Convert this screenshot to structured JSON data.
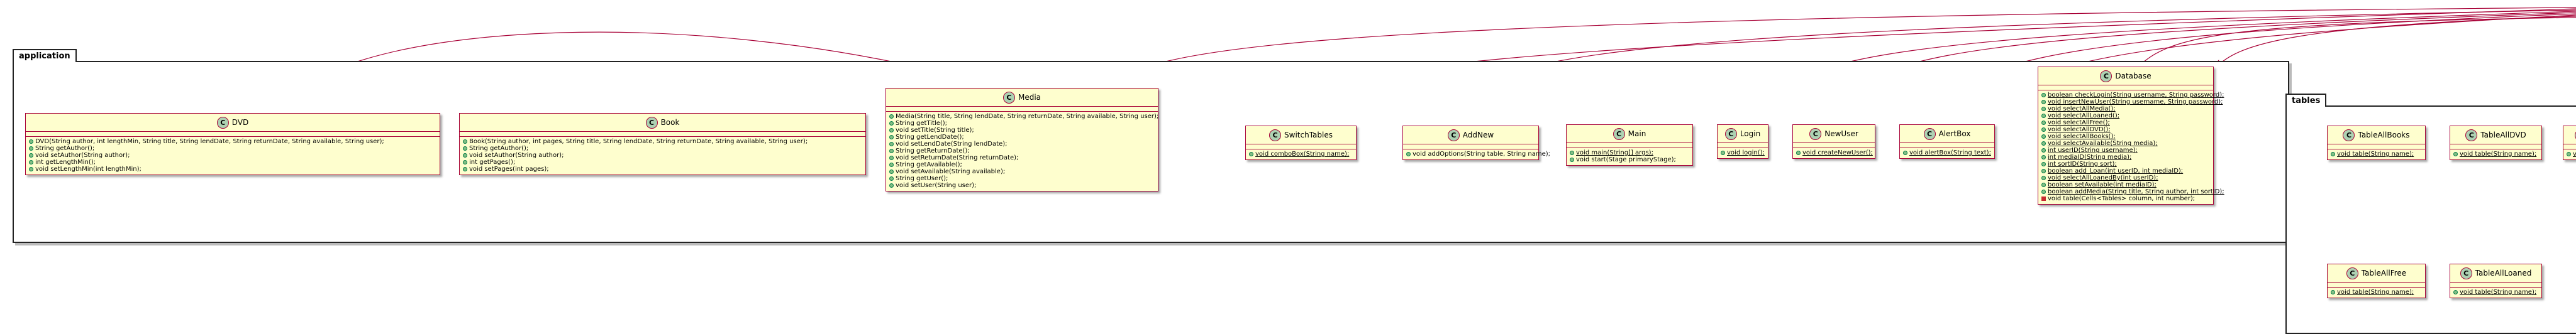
{
  "diagram": {
    "packages": [
      {
        "id": "application",
        "label": "application"
      },
      {
        "id": "tables",
        "label": "tables"
      }
    ],
    "classes": [
      {
        "id": "dvd",
        "package": "application",
        "name": "DVD",
        "methods": [
          {
            "vis": "public",
            "static": false,
            "text": "DVD(String author, int lengthMin, String title, String lendDate, String returnDate, String available, String user);"
          },
          {
            "vis": "public",
            "static": false,
            "text": "String getAuthor();"
          },
          {
            "vis": "public",
            "static": false,
            "text": "void setAuthor(String author);"
          },
          {
            "vis": "public",
            "static": false,
            "text": "int getLengthMin();"
          },
          {
            "vis": "public",
            "static": false,
            "text": "void setLengthMin(int lengthMin);"
          }
        ]
      },
      {
        "id": "book",
        "package": "application",
        "name": "Book",
        "methods": [
          {
            "vis": "public",
            "static": false,
            "text": "Book(String author, int pages, String title, String lendDate, String returnDate, String available, String user);"
          },
          {
            "vis": "public",
            "static": false,
            "text": "String getAuthor();"
          },
          {
            "vis": "public",
            "static": false,
            "text": "void setAuthor(String author);"
          },
          {
            "vis": "public",
            "static": false,
            "text": "int getPages();"
          },
          {
            "vis": "public",
            "static": false,
            "text": "void setPages(int pages);"
          }
        ]
      },
      {
        "id": "media",
        "package": "application",
        "name": "Media",
        "methods": [
          {
            "vis": "public",
            "static": false,
            "text": "Media(String title, String lendDate, String returnDate, String available, String user);"
          },
          {
            "vis": "public",
            "static": false,
            "text": "String getTitle();"
          },
          {
            "vis": "public",
            "static": false,
            "text": "void setTitle(String title);"
          },
          {
            "vis": "public",
            "static": false,
            "text": "String getLendDate();"
          },
          {
            "vis": "public",
            "static": false,
            "text": "void setLendDate(String lendDate);"
          },
          {
            "vis": "public",
            "static": false,
            "text": "String getReturnDate();"
          },
          {
            "vis": "public",
            "static": false,
            "text": "void setReturnDate(String returnDate);"
          },
          {
            "vis": "public",
            "static": false,
            "text": "String getAvailable();"
          },
          {
            "vis": "public",
            "static": false,
            "text": "void setAvailable(String available);"
          },
          {
            "vis": "public",
            "static": false,
            "text": "String getUser();"
          },
          {
            "vis": "public",
            "static": false,
            "text": "void setUser(String user);"
          }
        ]
      },
      {
        "id": "switchtables",
        "package": "application",
        "name": "SwitchTables",
        "methods": [
          {
            "vis": "public",
            "static": true,
            "text": "void comboBox(String name);"
          }
        ]
      },
      {
        "id": "addnew",
        "package": "application",
        "name": "AddNew",
        "methods": [
          {
            "vis": "public",
            "static": false,
            "text": "void addOptions(String table, String name);"
          }
        ]
      },
      {
        "id": "main",
        "package": "application",
        "name": "Main",
        "methods": [
          {
            "vis": "public",
            "static": true,
            "text": "void main(String[] args);"
          },
          {
            "vis": "public",
            "static": false,
            "text": "void start(Stage primaryStage);"
          }
        ]
      },
      {
        "id": "login",
        "package": "application",
        "name": "Login",
        "methods": [
          {
            "vis": "public",
            "static": true,
            "text": "void login();"
          }
        ]
      },
      {
        "id": "newuser",
        "package": "application",
        "name": "NewUser",
        "methods": [
          {
            "vis": "public",
            "static": true,
            "text": "void createNewUser();"
          }
        ]
      },
      {
        "id": "alertbox",
        "package": "application",
        "name": "AlertBox",
        "methods": [
          {
            "vis": "public",
            "static": true,
            "text": "void alertBox(String text);"
          }
        ]
      },
      {
        "id": "database",
        "package": "application",
        "name": "Database",
        "methods": [
          {
            "vis": "public",
            "static": true,
            "text": "boolean checkLogin(String username, String password);"
          },
          {
            "vis": "public",
            "static": true,
            "text": "void insertNewUser(String username, String password);"
          },
          {
            "vis": "public",
            "static": true,
            "text": "void selectAllMedia();"
          },
          {
            "vis": "public",
            "static": true,
            "text": "void selectAllLoaned();"
          },
          {
            "vis": "public",
            "static": true,
            "text": "void selectAllFree();"
          },
          {
            "vis": "public",
            "static": true,
            "text": "void selectAllDVD();"
          },
          {
            "vis": "public",
            "static": true,
            "text": "void selectAllBooks();"
          },
          {
            "vis": "public",
            "static": true,
            "text": "void selectAvailable(String media);"
          },
          {
            "vis": "public",
            "static": true,
            "text": "int userID(String username);"
          },
          {
            "vis": "public",
            "static": true,
            "text": "int mediaID(String media);"
          },
          {
            "vis": "public",
            "static": true,
            "text": "int sortID(String sort);"
          },
          {
            "vis": "public",
            "static": true,
            "text": "boolean add_Loan(int userID, int mediaID);"
          },
          {
            "vis": "public",
            "static": true,
            "text": "void selectAllLoanedBy(int userID);"
          },
          {
            "vis": "public",
            "static": true,
            "text": "boolean setAvailable(int mediaID);"
          },
          {
            "vis": "public",
            "static": true,
            "text": "boolean addMedia(String title, String author, int sortID);"
          },
          {
            "vis": "private",
            "static": false,
            "text": "void table(Cells<Tables> column, int number);"
          }
        ]
      },
      {
        "id": "tableallbooks",
        "package": "tables",
        "name": "TableAllBooks",
        "methods": [
          {
            "vis": "public",
            "static": true,
            "text": "void table(String name);"
          }
        ]
      },
      {
        "id": "tablealldvd",
        "package": "tables",
        "name": "TableAllDVD",
        "methods": [
          {
            "vis": "public",
            "static": true,
            "text": "void table(String name);"
          }
        ]
      },
      {
        "id": "tableallmedia",
        "package": "tables",
        "name": "",
        "methods": [
          {
            "vis": "public",
            "static": true,
            "text": "vo"
          }
        ]
      },
      {
        "id": "tableallfree",
        "package": "tables",
        "name": "TableAllFree",
        "methods": [
          {
            "vis": "public",
            "static": true,
            "text": "void table(String name);"
          }
        ]
      },
      {
        "id": "tableallloaned",
        "package": "tables",
        "name": "TableAllLoaned",
        "methods": [
          {
            "vis": "public",
            "static": true,
            "text": "void table(String name);"
          }
        ]
      }
    ]
  },
  "colors": {
    "class_fill": "#fefece",
    "class_border": "#a80036",
    "class_icon": "#add1b2",
    "edge": "#a80036",
    "public_marker": "#84be84",
    "private_marker": "#c82930"
  }
}
